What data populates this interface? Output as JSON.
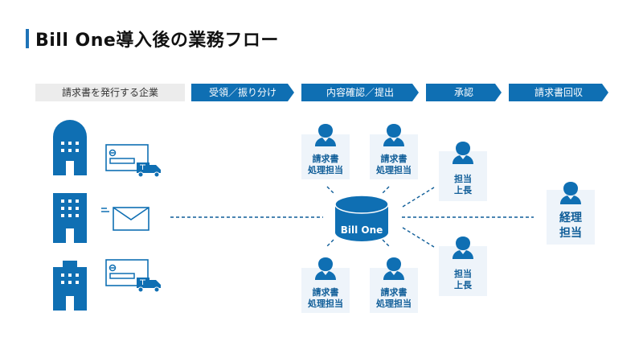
{
  "title": "Bill One導入後の業務フロー",
  "colors": {
    "accent": "#0f6fb3",
    "card_bg": "#eef4fa",
    "plain_stage_bg": "#ececec"
  },
  "stages": [
    {
      "label": "請求書を発行する企業",
      "style": "plain"
    },
    {
      "label": "受領／振り分け",
      "style": "arrow"
    },
    {
      "label": "内容確認／提出",
      "style": "arrow"
    },
    {
      "label": "承認",
      "style": "arrow"
    },
    {
      "label": "請求書回収",
      "style": "arrow"
    }
  ],
  "senders": [
    {
      "building": "building-rounded-icon",
      "channel": "postal-mail-delivery",
      "channel_icon": "mail-truck-icon"
    },
    {
      "building": "building-tall-icon",
      "channel": "email",
      "channel_icon": "envelope-icon"
    },
    {
      "building": "building-stepped-icon",
      "channel": "postal-mail-delivery",
      "channel_icon": "mail-truck-icon"
    }
  ],
  "hub": {
    "label": "Bill One",
    "icon": "database-icon"
  },
  "processors": [
    {
      "line1": "請求書",
      "line2": "処理担当"
    },
    {
      "line1": "請求書",
      "line2": "処理担当"
    },
    {
      "line1": "請求書",
      "line2": "処理担当"
    },
    {
      "line1": "請求書",
      "line2": "処理担当"
    }
  ],
  "approvers": [
    {
      "line1": "担当",
      "line2": "上長"
    },
    {
      "line1": "担当",
      "line2": "上長"
    }
  ],
  "accounting": {
    "line1": "経理",
    "line2": "担当"
  }
}
